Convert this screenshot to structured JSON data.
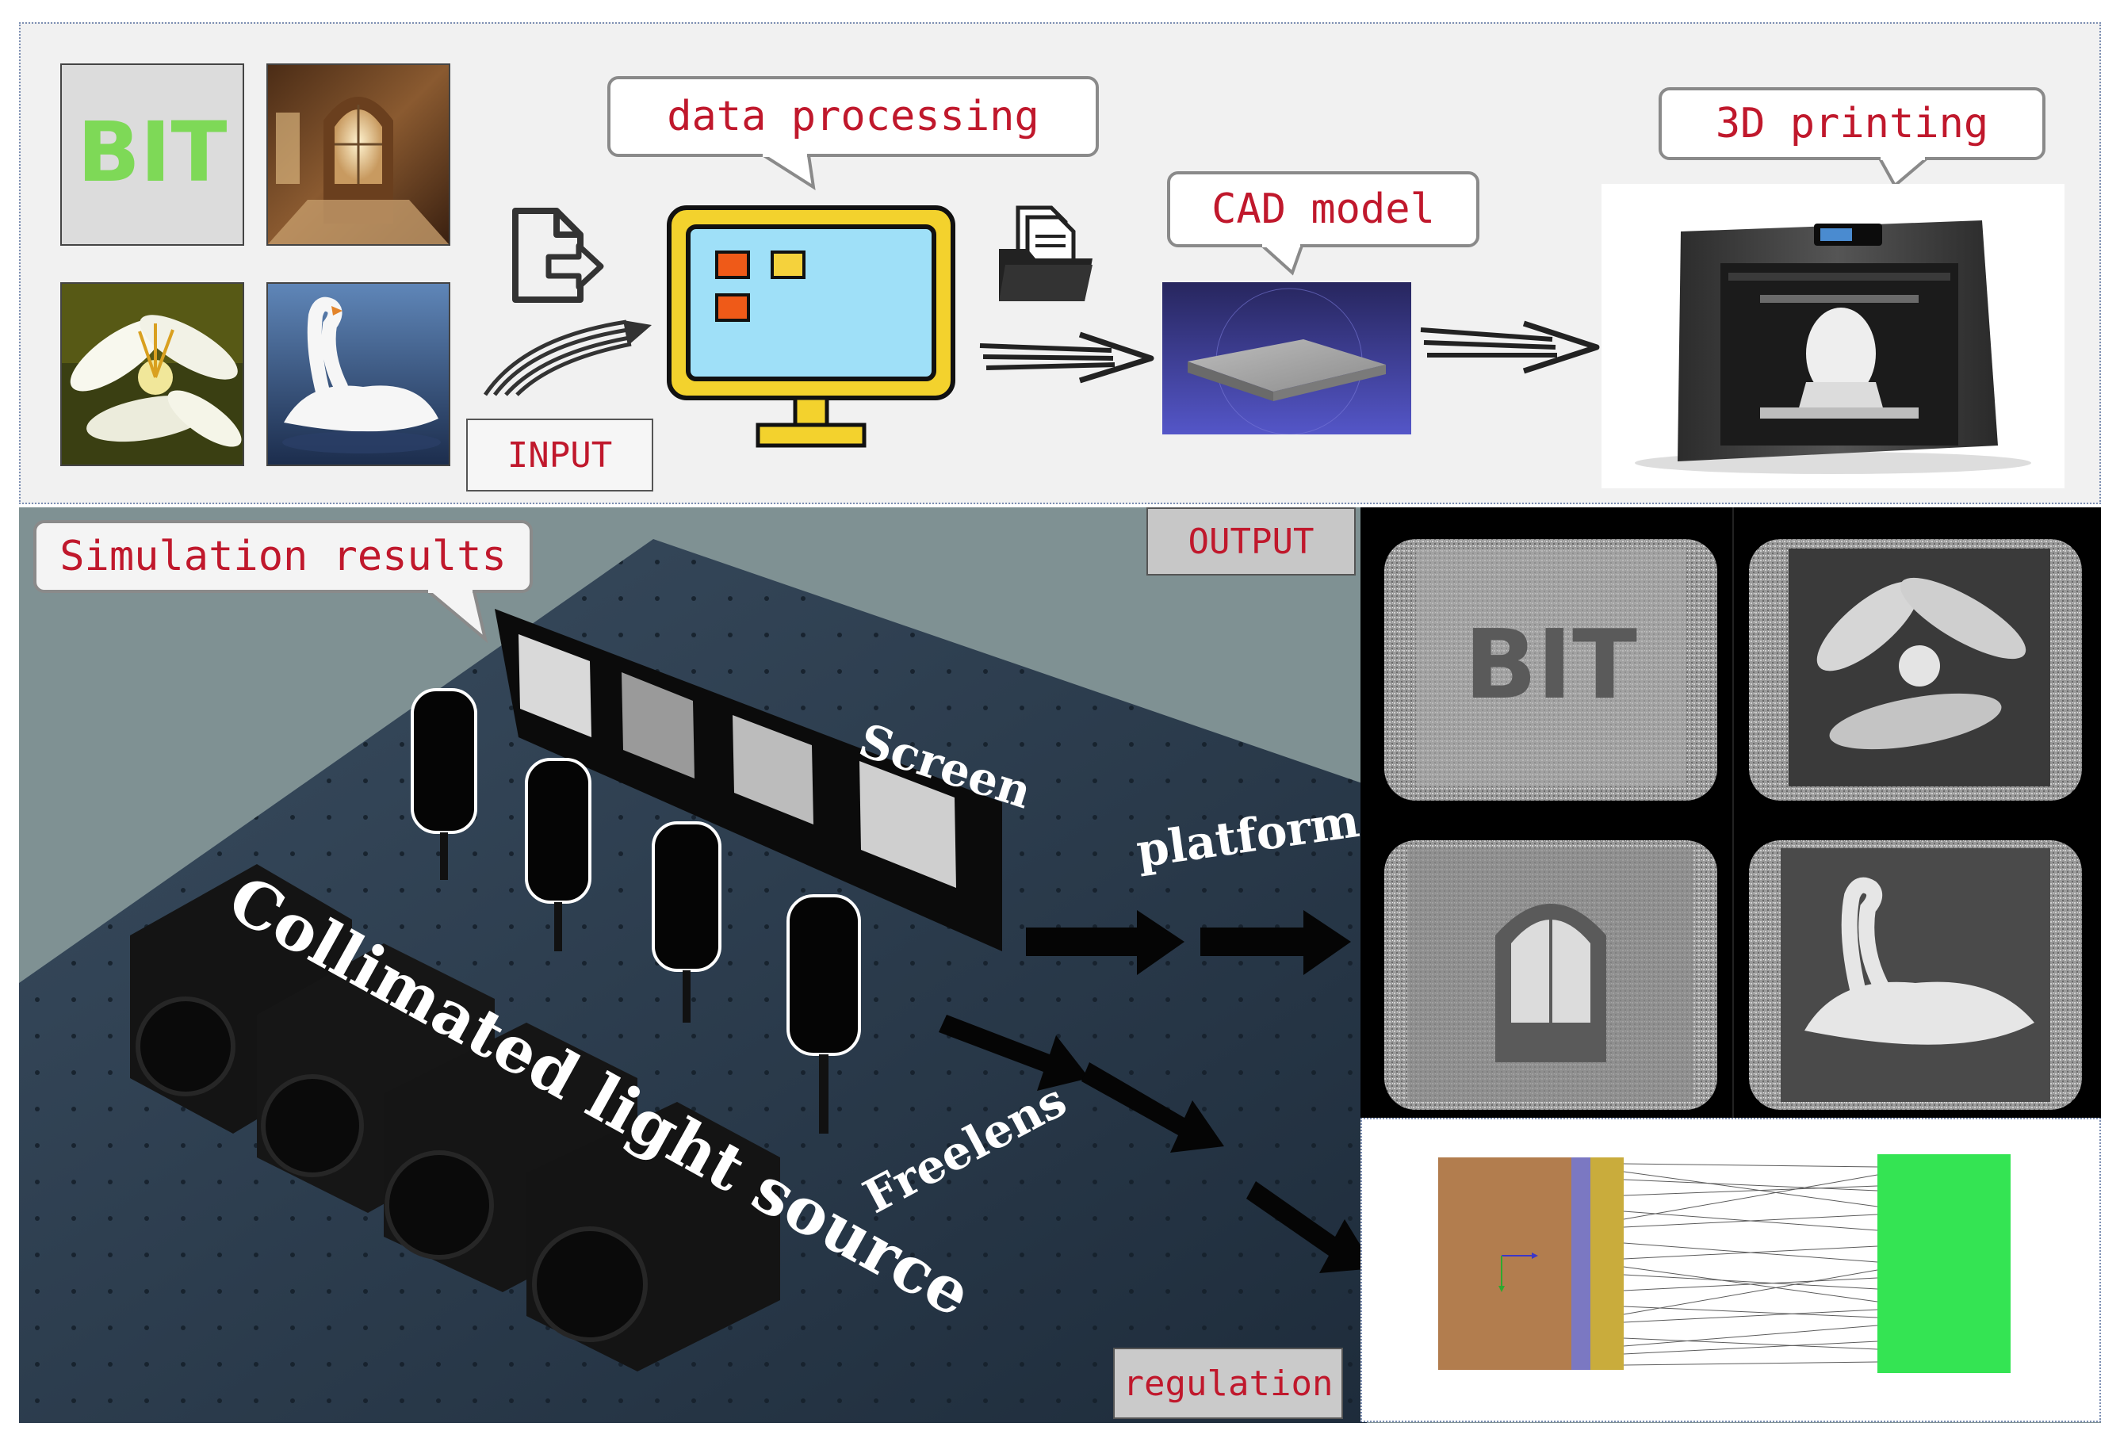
{
  "callouts": {
    "data_processing": "data processing",
    "cad_model": "CAD model",
    "printing": "3D printing",
    "simulation": "Simulation results"
  },
  "labels": {
    "input": "INPUT",
    "output": "OUTPUT",
    "regulation": "regulation"
  },
  "inputs": {
    "bit_logo": "BIT"
  },
  "scene": {
    "screen": "Screen",
    "platform": "platform",
    "collimated": "Collimated light source",
    "freelens": "Freelens"
  },
  "results": {
    "bit_text": "BIT"
  },
  "colors": {
    "accent_red": "#c0182c",
    "monitor_yellow": "#f3d22d",
    "monitor_screen": "#9fe0f8",
    "block_orange": "#ef5a18",
    "block_yellow": "#f5d23c",
    "logo_green": "#7ed957",
    "cad_blue": "#3e40a6",
    "ray_green": "#29e34a",
    "slab_brown": "#b27d4e"
  },
  "icons": [
    "file-export-icon",
    "folder-documents-icon",
    "monitor-icon",
    "motion-arrow-icon"
  ]
}
